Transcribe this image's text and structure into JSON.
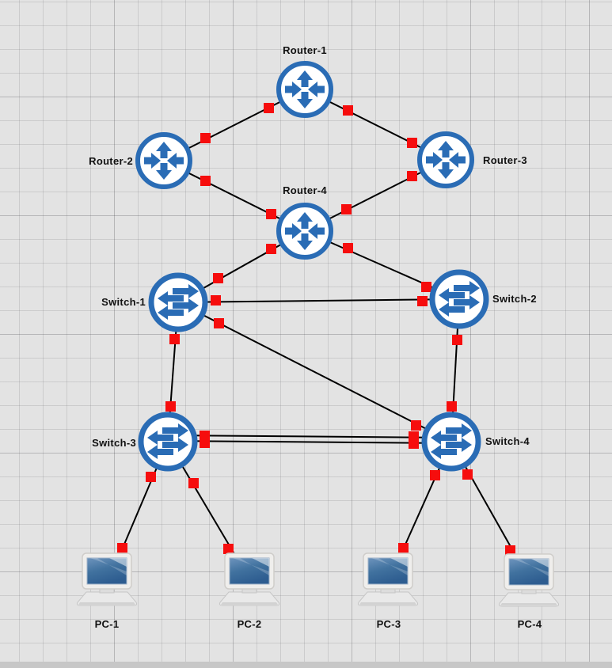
{
  "canvas": {
    "background_color": "#e3e3e3",
    "grid_line_color": "#c9c9cd",
    "bottom_edge_color": "#c7c7c7"
  },
  "palette": {
    "node_ring": "#2a6cb5",
    "node_fill": "#ffffff",
    "node_arrow": "#2a6cb5",
    "link_color": "#000000",
    "status_marker_color": "#f60d0d",
    "label_color": "#111111",
    "pc_screen_color": "#3c6ca3"
  },
  "nodes": [
    {
      "label": "Router-1",
      "type": "router"
    },
    {
      "label": "Router-2",
      "type": "router"
    },
    {
      "label": "Router-3",
      "type": "router"
    },
    {
      "label": "Router-4",
      "type": "router"
    },
    {
      "label": "Switch-1",
      "type": "ethernet-switch"
    },
    {
      "label": "Switch-2",
      "type": "ethernet-switch"
    },
    {
      "label": "Switch-3",
      "type": "ethernet-switch"
    },
    {
      "label": "Switch-4",
      "type": "ethernet-switch"
    },
    {
      "label": "PC-1",
      "type": "pc"
    },
    {
      "label": "PC-2",
      "type": "pc"
    },
    {
      "label": "PC-3",
      "type": "pc"
    },
    {
      "label": "PC-4",
      "type": "pc"
    }
  ],
  "links": [
    {
      "from": "Router-1",
      "to": "Router-2"
    },
    {
      "from": "Router-1",
      "to": "Router-3"
    },
    {
      "from": "Router-2",
      "to": "Router-4"
    },
    {
      "from": "Router-3",
      "to": "Router-4"
    },
    {
      "from": "Router-4",
      "to": "Switch-1"
    },
    {
      "from": "Router-4",
      "to": "Switch-2"
    },
    {
      "from": "Switch-1",
      "to": "Switch-2"
    },
    {
      "from": "Switch-1",
      "to": "Switch-3"
    },
    {
      "from": "Switch-1",
      "to": "Switch-4"
    },
    {
      "from": "Switch-2",
      "to": "Switch-4"
    },
    {
      "from": "Switch-3",
      "to": "Switch-4",
      "note": "parallel link 1"
    },
    {
      "from": "Switch-3",
      "to": "Switch-4",
      "note": "parallel link 2"
    },
    {
      "from": "Switch-3",
      "to": "PC-1"
    },
    {
      "from": "Switch-3",
      "to": "PC-2"
    },
    {
      "from": "Switch-4",
      "to": "PC-3"
    },
    {
      "from": "Switch-4",
      "to": "PC-4"
    }
  ]
}
